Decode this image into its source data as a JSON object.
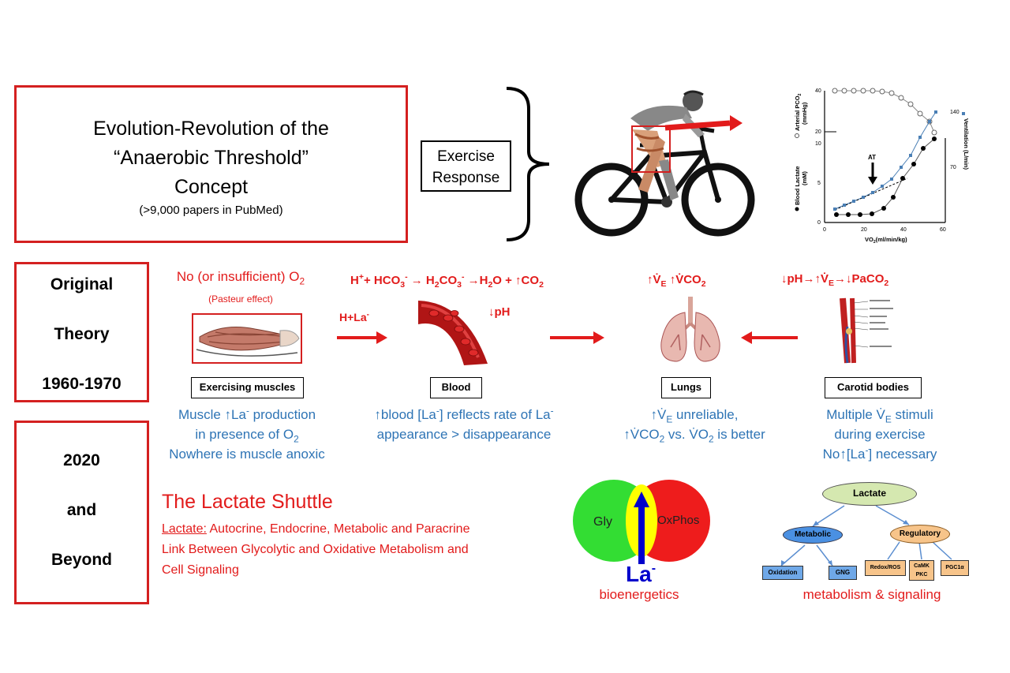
{
  "title": {
    "line1": "Evolution-Revolution of the",
    "line2": "“Anaerobic Threshold”",
    "line3": "Concept",
    "sub": "(>9,000 papers in PubMed)"
  },
  "exercise_response": {
    "line1": "Exercise",
    "line2": "Response"
  },
  "graph": {
    "left_top_axis": "Arterial PCO",
    "left_top_unit": "(mmHg)",
    "left_bottom_axis": "Blood Lactate",
    "left_bottom_unit": "(mM)",
    "right_axis": "Ventilation (L/min)",
    "x_axis": "VO",
    "x_axis_unit": "(ml/min/kg)",
    "at_label": "AT",
    "ticks_top": [
      "40",
      "20"
    ],
    "ticks_left": [
      "10",
      "5",
      "0"
    ],
    "ticks_right": [
      "140",
      "70"
    ],
    "ticks_x": [
      "0",
      "20",
      "40",
      "60"
    ]
  },
  "rows": {
    "original": {
      "line1": "Original",
      "line2": "Theory",
      "line3": "1960-1970"
    },
    "beyond": {
      "line1": "2020",
      "line2": "and",
      "line3": "Beyond"
    }
  },
  "theory": {
    "o2_text": "No (or insufficient) O",
    "pasteur": "(Pasteur effect)",
    "reaction": {
      "p1": "H",
      "p2": "+ HCO",
      "p3": " → H",
      "p4": "CO",
      "p5": " →H",
      "p6": "O + ↑CO"
    },
    "h_la": "H+La",
    "ph": "↓pH",
    "ve_vco2": {
      "p1": "↑V̇",
      "p2": "E",
      "p3": "  ↑V̇CO"
    },
    "carotid_chain": {
      "p1": "↓pH→↑V̇",
      "p2": "E",
      "p3": "→↓PaCO"
    }
  },
  "labels": {
    "muscles": "Exercising muscles",
    "blood": "Blood",
    "lungs": "Lungs",
    "carotid": "Carotid bodies"
  },
  "findings": {
    "muscle": [
      "Muscle ↑La",
      " production",
      "in presence of O",
      "Nowhere is muscle anoxic"
    ],
    "blood": [
      "↑blood [La",
      "] reflects rate of La",
      "appearance > disappearance"
    ],
    "lungs": [
      "↑V̇",
      "  unreliable,",
      "↑V̇CO",
      " vs. V̇O",
      " is better"
    ],
    "carotid": [
      "Multiple V̇",
      " stimuli",
      "during exercise",
      "No↑[La",
      "] necessary"
    ]
  },
  "shuttle": {
    "title": "The Lactate Shuttle",
    "lead": "Lactate:",
    "line1": " Autocrine, Endocrine, Metabolic and Paracrine",
    "line2": "Link Between  Glycolytic and Oxidative Metabolism and",
    "line3": "Cell Signaling"
  },
  "venn": {
    "gly": "Gly",
    "oxphos": "OxPhos",
    "la": "La",
    "caption": "bioenergetics",
    "colors": {
      "gly": "#33dd33",
      "oxphos": "#ee1c1c",
      "center": "#ffff00",
      "arrow": "#0000cc"
    }
  },
  "tree": {
    "root": "Lactate",
    "metabolic": "Metabolic",
    "regulatory": "Regulatory",
    "oxidation": "Oxidation",
    "gng": "GNG",
    "redox": "Redox/ROS",
    "camk1": "CaMK",
    "camk2": "PKC",
    "pgc": "PGC1α",
    "caption": "metabolism & signaling"
  }
}
